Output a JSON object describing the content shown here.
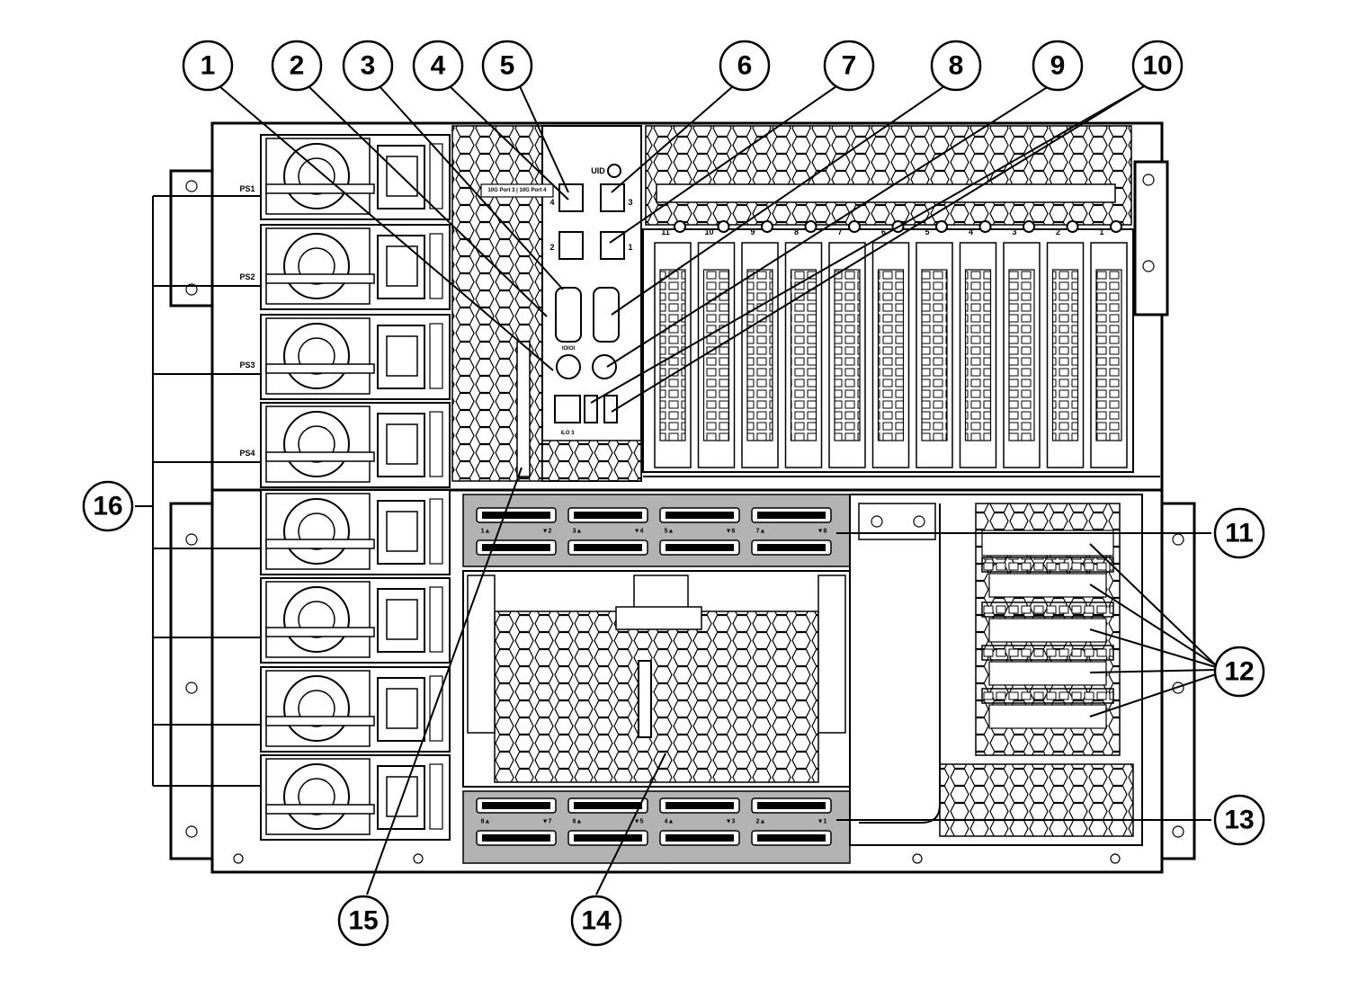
{
  "callouts": [
    "1",
    "2",
    "3",
    "4",
    "5",
    "6",
    "7",
    "8",
    "9",
    "10",
    "11",
    "12",
    "13",
    "14",
    "15",
    "16"
  ],
  "power_supply_labels": [
    "PS1",
    "PS2",
    "PS3",
    "PS4"
  ],
  "port_labels": {
    "uid": "UID",
    "nic_header": "10G Port 3 | 10G Port 4",
    "port_numbers": [
      "4",
      "3",
      "2",
      "1"
    ],
    "serial": "IOIOI",
    "ilo": "iLO 3"
  },
  "slot_numbers": [
    "11",
    "10",
    "9",
    "8",
    "7",
    "6",
    "5",
    "4",
    "3",
    "2",
    "1"
  ],
  "upper_memory_labels": [
    "1▲",
    "▼2",
    "3▲",
    "▼4",
    "5▲",
    "▼6",
    "7▲",
    "▼8"
  ],
  "lower_memory_labels": [
    "8▲",
    "▼7",
    "6▲",
    "▼5",
    "4▲",
    "▼3",
    "2▲",
    "▼1"
  ]
}
